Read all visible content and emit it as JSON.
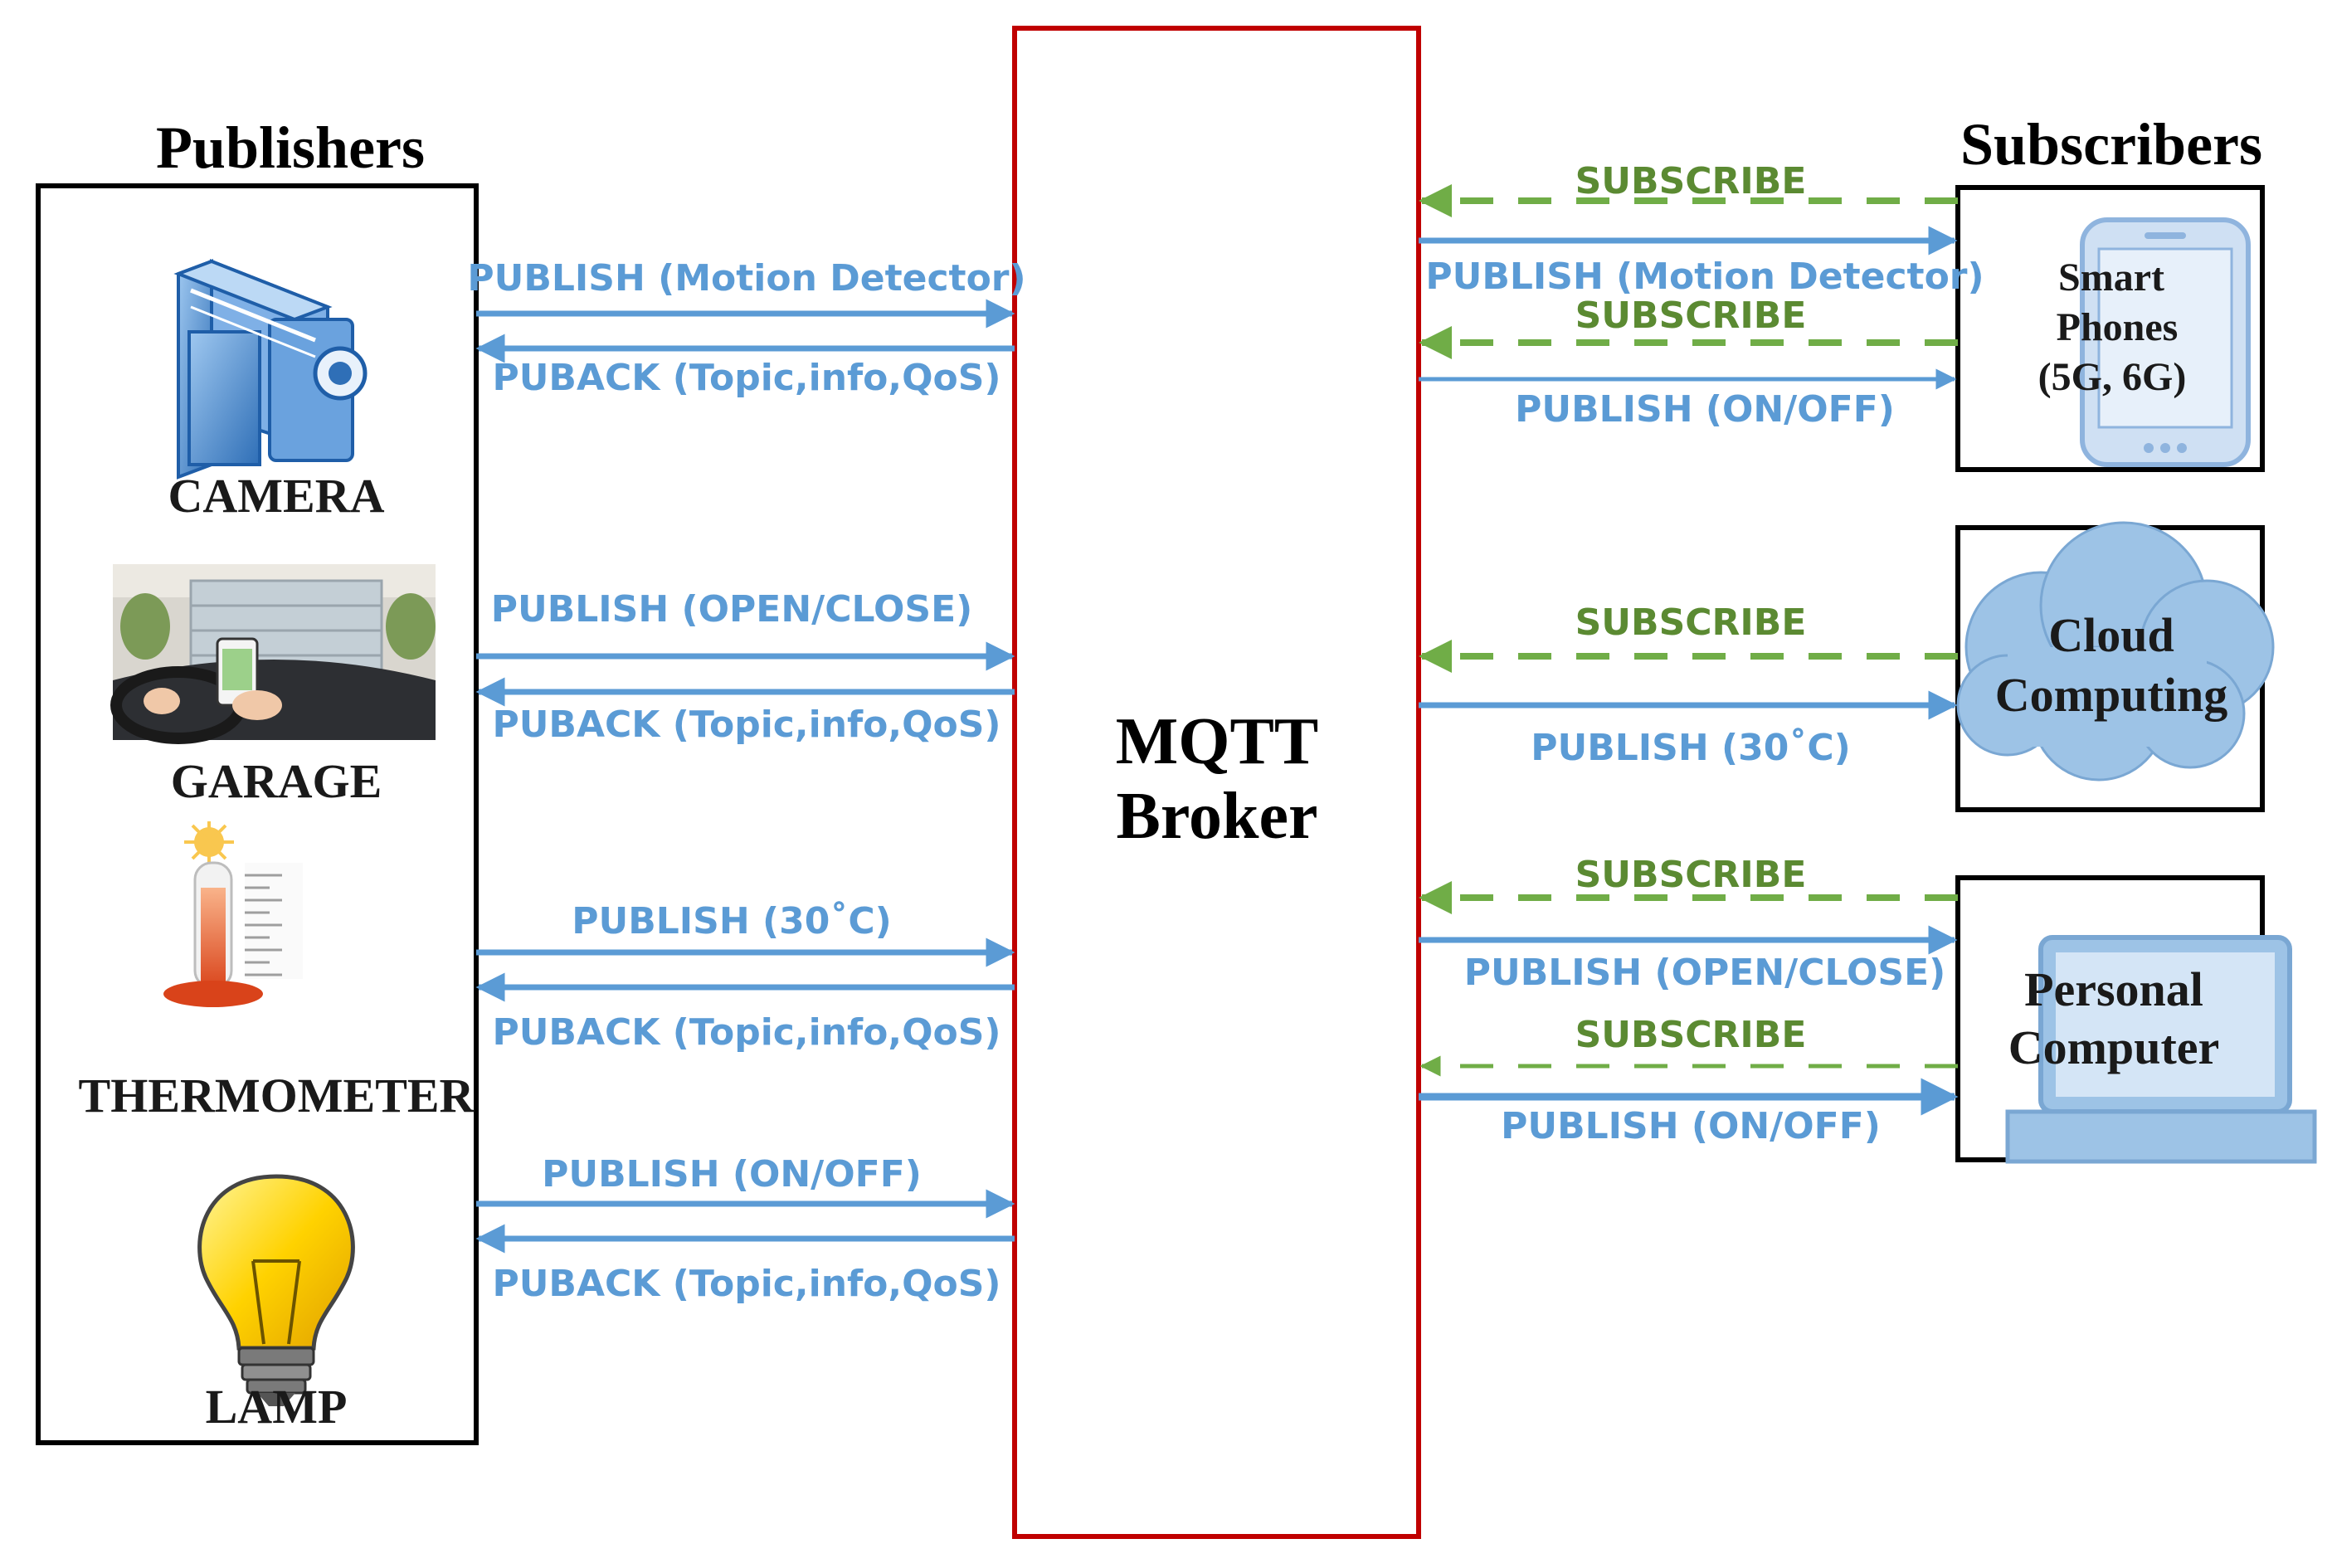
{
  "titles": {
    "publishers": "Publishers",
    "subscribers": "Subscribers",
    "broker_line1": "MQTT",
    "broker_line2": "Broker"
  },
  "publishers": {
    "camera": "CAMERA",
    "garage": "GARAGE",
    "thermometer": "THERMOMETER",
    "lamp": "LAMP"
  },
  "subscribers": {
    "phone_line1": "Smart",
    "phone_line2": "Phones",
    "phone_line3": "(5G, 6G)",
    "cloud_line1": "Cloud",
    "cloud_line2": "Computing",
    "pc_line1": "Personal",
    "pc_line2": "Computer"
  },
  "left_messages": {
    "camera_publish": "PUBLISH (Motion Detector)",
    "camera_puback": "PUBACK (Topic,info,QoS)",
    "garage_publish": "PUBLISH (OPEN/CLOSE)",
    "garage_puback": "PUBACK (Topic,info,QoS)",
    "thermo_publish": "PUBLISH (30˚C)",
    "thermo_puback": "PUBACK (Topic,info,QoS)",
    "lamp_publish": "PUBLISH (ON/OFF)",
    "lamp_puback": "PUBACK (Topic,info,QoS)"
  },
  "right_messages": {
    "phone_subscribe_1": "SUBSCRIBE",
    "phone_publish_1": "PUBLISH (Motion Detector)",
    "phone_subscribe_2": "SUBSCRIBE",
    "phone_publish_2": "PUBLISH (ON/OFF)",
    "cloud_subscribe": "SUBSCRIBE",
    "cloud_publish": "PUBLISH (30˚C)",
    "pc_subscribe_1": "SUBSCRIBE",
    "pc_publish_1": "PUBLISH (OPEN/CLOSE)",
    "pc_subscribe_2": "SUBSCRIBE",
    "pc_publish_2": "PUBLISH (ON/OFF)"
  },
  "colors": {
    "publish": "#5b9bd5",
    "subscribe": "#70ad47",
    "broker_border": "#c00000",
    "box_border": "#000000"
  },
  "icons": [
    "camera-icon",
    "garage-icon",
    "thermometer-icon",
    "lamp-icon",
    "smartphone-icon",
    "cloud-icon",
    "laptop-icon"
  ]
}
